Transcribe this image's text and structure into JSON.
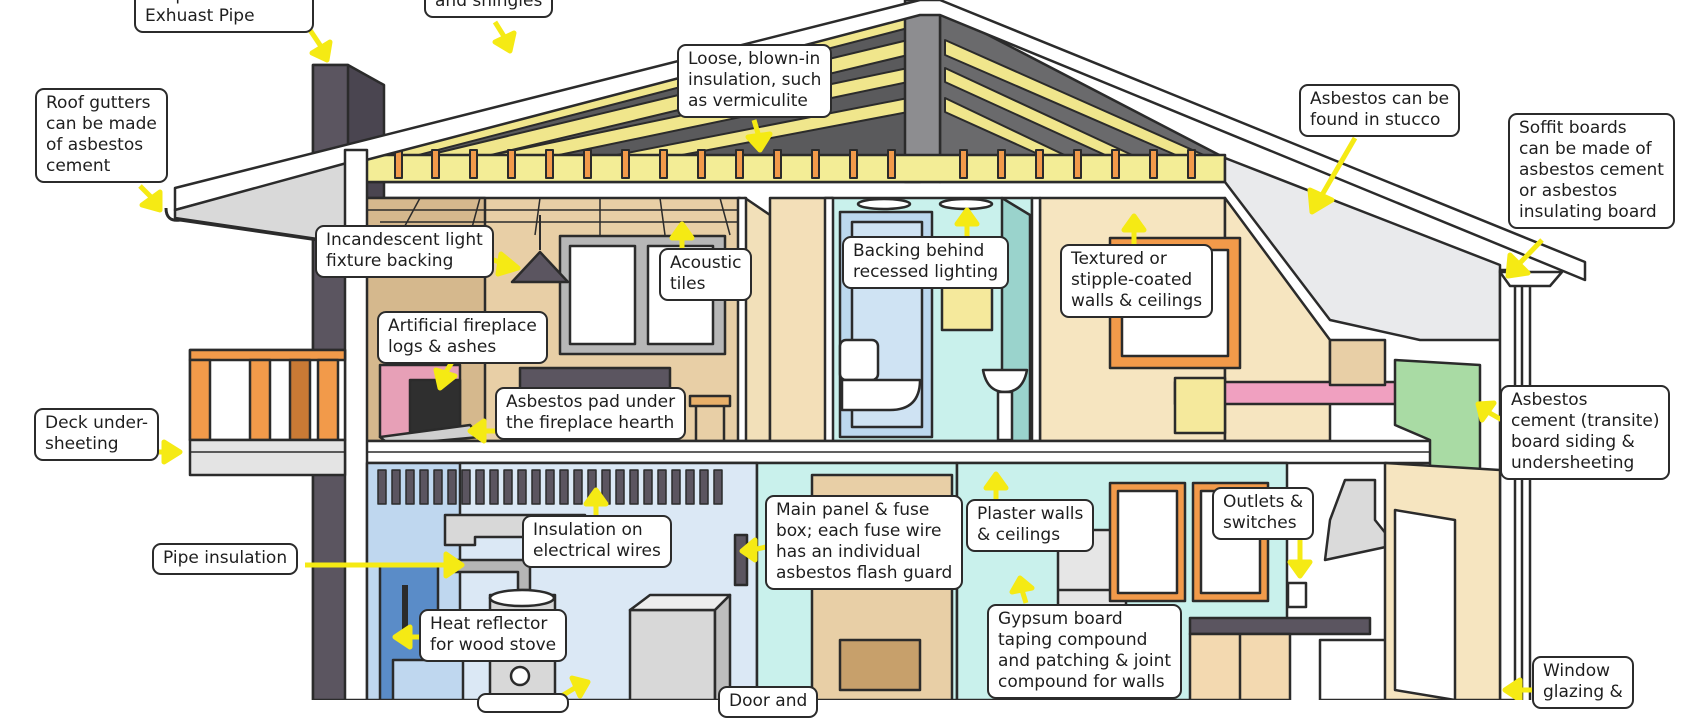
{
  "colors": {
    "outline": "#2b2b2b",
    "arrow": "#f5ea14",
    "insulation_yellow": "#f0e68c",
    "chimney": "#5b5560",
    "wall_tan": "#e8cfa6",
    "wall_cream": "#f6e5c0",
    "bath_blue": "#bcd8ee",
    "bath_aqua": "#c9f1ec",
    "basement_blue": "#bfd7ef",
    "orange_wood": "#f29a4a",
    "brick_pink": "#e7a0b7",
    "siding_green": "#a9dba4",
    "stucco_grey": "#e9eaec"
  },
  "labels": {
    "fireplace_pipe": "Fireplace & Heater\nExhuast Pipe",
    "shingles": "and shingles",
    "loose_insulation": "Loose, blown-in\ninsulation, such\nas vermiculite",
    "stucco": "Asbestos can be\nfound in stucco",
    "soffit": "Soffit boards\ncan be made of\nasbestos cement\nor asbestos\ninsulating board",
    "gutters": "Roof gutters\ncan be made\nof asbestos\ncement",
    "light_fixture": "Incandescent light\nfixture backing",
    "acoustic": "Acoustic\ntiles",
    "recessed": "Backing behind\nrecessed lighting",
    "textured": "Textured or\nstipple-coated\nwalls & ceilings",
    "fireplace_logs": "Artificial fireplace\nlogs & ashes",
    "hearth": "Asbestos pad under\nthe fireplace hearth",
    "deck": "Deck under-\nsheeting",
    "siding": "Asbestos\ncement (transite)\nboard siding &\nundersheeting",
    "wires": "Insulation on\nelectrical wires",
    "main_panel": "Main panel & fuse\nbox; each fuse wire\nhas an individual\nasbestos flash guard",
    "plaster": "Plaster walls\n& ceilings",
    "outlets": "Outlets &\nswitches",
    "pipe_insulation": "Pipe insulation",
    "heat_reflector": "Heat reflector\nfor wood stove",
    "gypsum": "Gypsum board\ntaping compound\nand patching & joint\ncompound for walls",
    "window": "Window\nglazing &",
    "door": "Door and"
  }
}
